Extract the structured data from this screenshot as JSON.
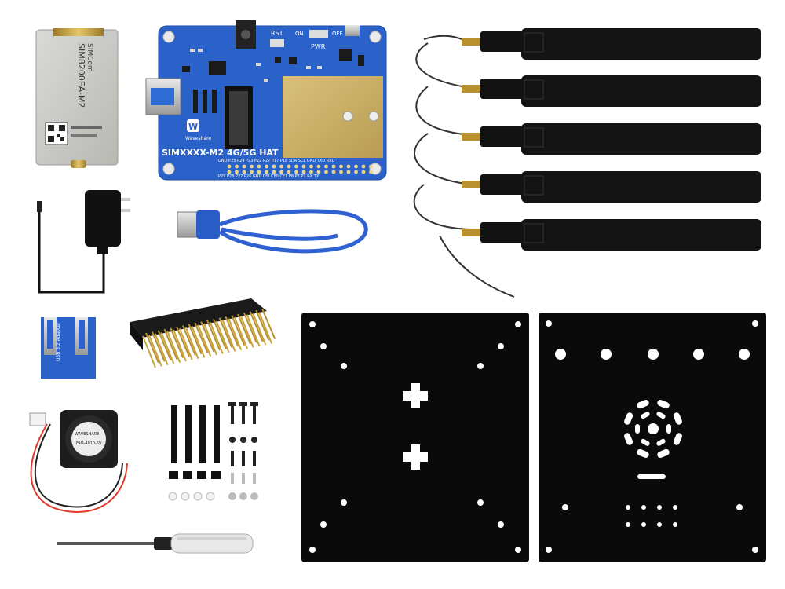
{
  "module": {
    "brand": "SIMCom",
    "model": "SIM8200EA-M2"
  },
  "hat": {
    "title": "SIMXXXX-M2 4G/5G HAT",
    "logo": "Waveshare",
    "rst": "RST",
    "on": "ON",
    "off": "OFF",
    "pwr": "PWR",
    "pin_row_top": "GND P25 P24 P23 P22 P27 P17 P18 SDA SCL GND TXD RXD",
    "pin_row_bottom": "P29 P28 P27 P26 GND DSI CE0 CE1 P8 P7 P1 RX TX"
  },
  "adapter": {
    "label": "USB 3.2 Adapter"
  },
  "fan": {
    "brand": "WAVESHARE",
    "model": "FAN-4010-5V"
  },
  "icons": {
    "waveshare_logo": "waveshare-logo-icon",
    "fan_center": "fan-hub-icon"
  }
}
